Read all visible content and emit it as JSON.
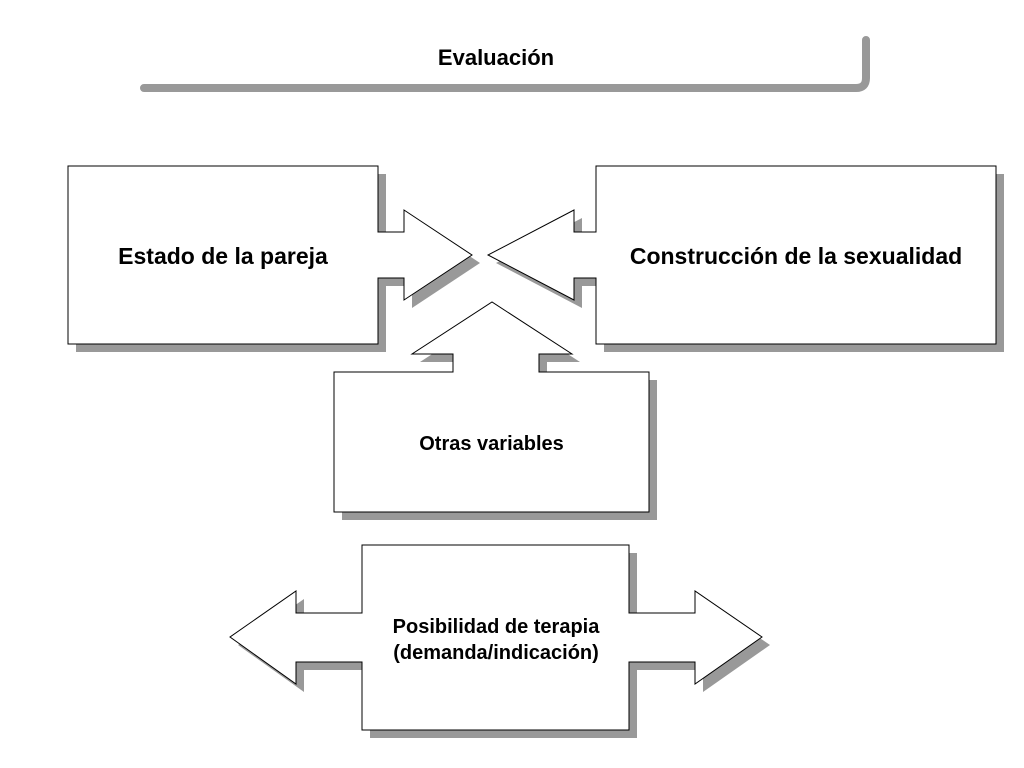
{
  "diagram": {
    "title": "Evaluación",
    "nodes": {
      "estado": "Estado de la pareja",
      "construccion": "Construcción de la sexualidad",
      "otras": "Otras variables",
      "posibilidad_line1": "Posibilidad de terapia",
      "posibilidad_line2": "(demanda/indicación)"
    },
    "colors": {
      "shadow": "#999999",
      "stroke": "#000000",
      "fill": "#ffffff"
    }
  }
}
